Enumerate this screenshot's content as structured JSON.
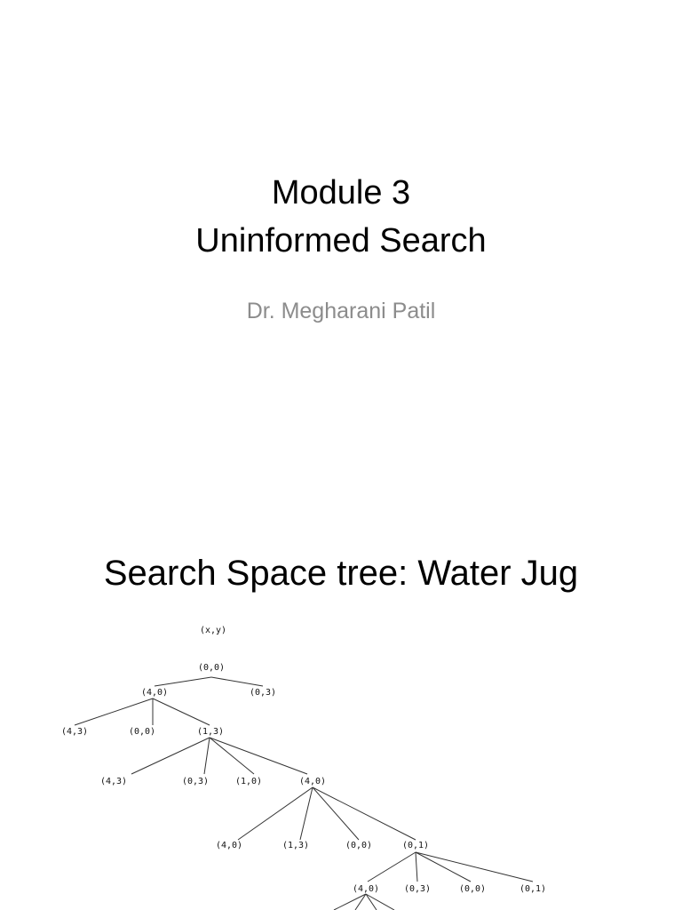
{
  "slide1": {
    "title_line1": "Module 3",
    "title_line2": "Uninformed Search",
    "author": "Dr. Megharani Patil"
  },
  "slide2": {
    "title": "Search Space tree: Water Jug",
    "tree": {
      "root_label": "(x,y)",
      "nodes": [
        "(0,0)",
        "(4,0)",
        "(0,3)",
        "(4,3)",
        "(0,0)",
        "(1,3)",
        "(4,3)",
        "(0,3)",
        "(1,0)",
        "(4,0)",
        "(4,0)",
        "(1,3)",
        "(0,0)",
        "(0,1)",
        "(4,0)",
        "(0,3)",
        "(0,0)",
        "(0,1)"
      ]
    }
  }
}
